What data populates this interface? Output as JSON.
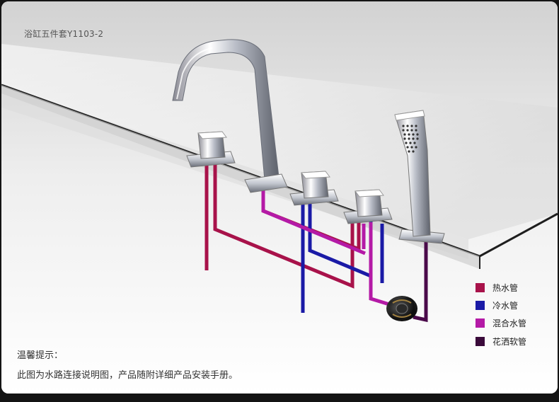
{
  "title": "浴缸五件套Y1103-2",
  "legend": [
    {
      "label": "热水管",
      "color": "#a8124a"
    },
    {
      "label": "冷水管",
      "color": "#1a1aa6"
    },
    {
      "label": "混合水管",
      "color": "#b41aa6"
    },
    {
      "label": "花洒软管",
      "color": "#3a0a3a"
    }
  ],
  "tip": {
    "heading": "温馨提示：",
    "text": "此图为水路连接说明图，产品随附详细产品安装手册。"
  }
}
